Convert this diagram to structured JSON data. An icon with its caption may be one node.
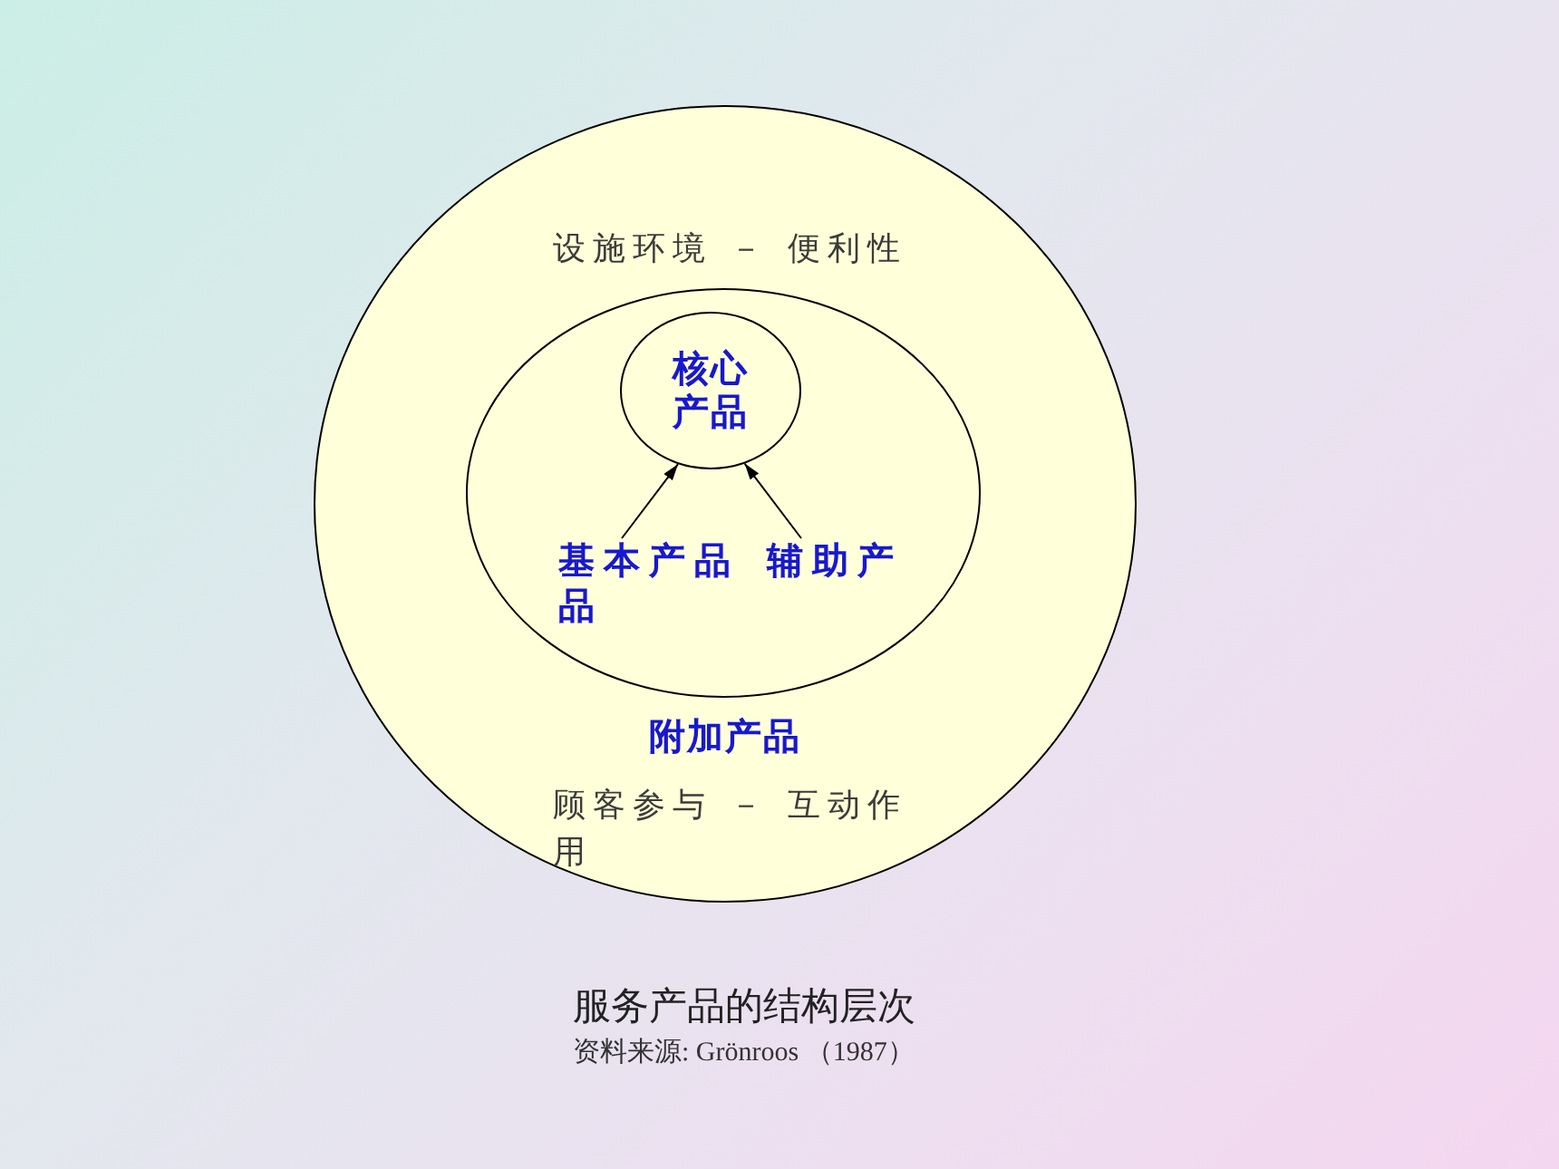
{
  "diagram": {
    "caption": "服务产品的结构层次",
    "nodes": [
      {
        "text": [
          "设施环境 － 便利性",
          "附加产品",
          "顾客参与 － 互动作用"
        ]
      },
      {
        "text": [],
        "shape": "ellipse",
        "in": 0
      },
      {
        "text": [
          "核心产品"
        ],
        "in": 1
      },
      {
        "text": [
          "基本产品 辅助产品"
        ],
        "in": 1
      }
    ],
    "edges": [
      {
        "from": 3,
        "to": 2,
        "arrow": "to"
      },
      {
        "from": 3,
        "to": 2,
        "arrow": "to"
      }
    ],
    "labels": [
      "资料来源: Grönroos （1987）"
    ]
  }
}
